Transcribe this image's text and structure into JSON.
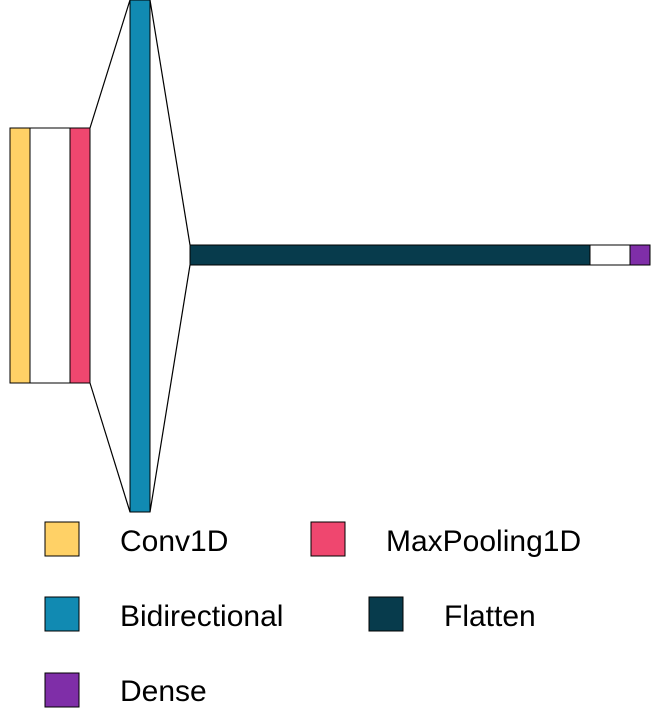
{
  "colors": {
    "conv1d": "#FFD166",
    "maxpooling1d": "#EF476F",
    "bidirectional": "#118AB2",
    "flatten": "#073B4C",
    "dense": "#7F2EA8",
    "empty": "#FFFFFF",
    "outline": "#000000"
  },
  "layers": [
    {
      "name": "Conv1D",
      "color": "#FFD166"
    },
    {
      "name": "",
      "color": "#FFFFFF"
    },
    {
      "name": "MaxPooling1D",
      "color": "#EF476F"
    },
    {
      "name": "Bidirectional",
      "color": "#118AB2"
    },
    {
      "name": "Flatten",
      "color": "#073B4C"
    },
    {
      "name": "",
      "color": "#FFFFFF"
    },
    {
      "name": "Dense",
      "color": "#7F2EA8"
    }
  ],
  "legend": [
    {
      "label": "Conv1D",
      "color": "#FFD166"
    },
    {
      "label": "MaxPooling1D",
      "color": "#EF476F"
    },
    {
      "label": "Bidirectional",
      "color": "#118AB2"
    },
    {
      "label": "Flatten",
      "color": "#073B4C"
    },
    {
      "label": "Dense",
      "color": "#7F2EA8"
    }
  ]
}
